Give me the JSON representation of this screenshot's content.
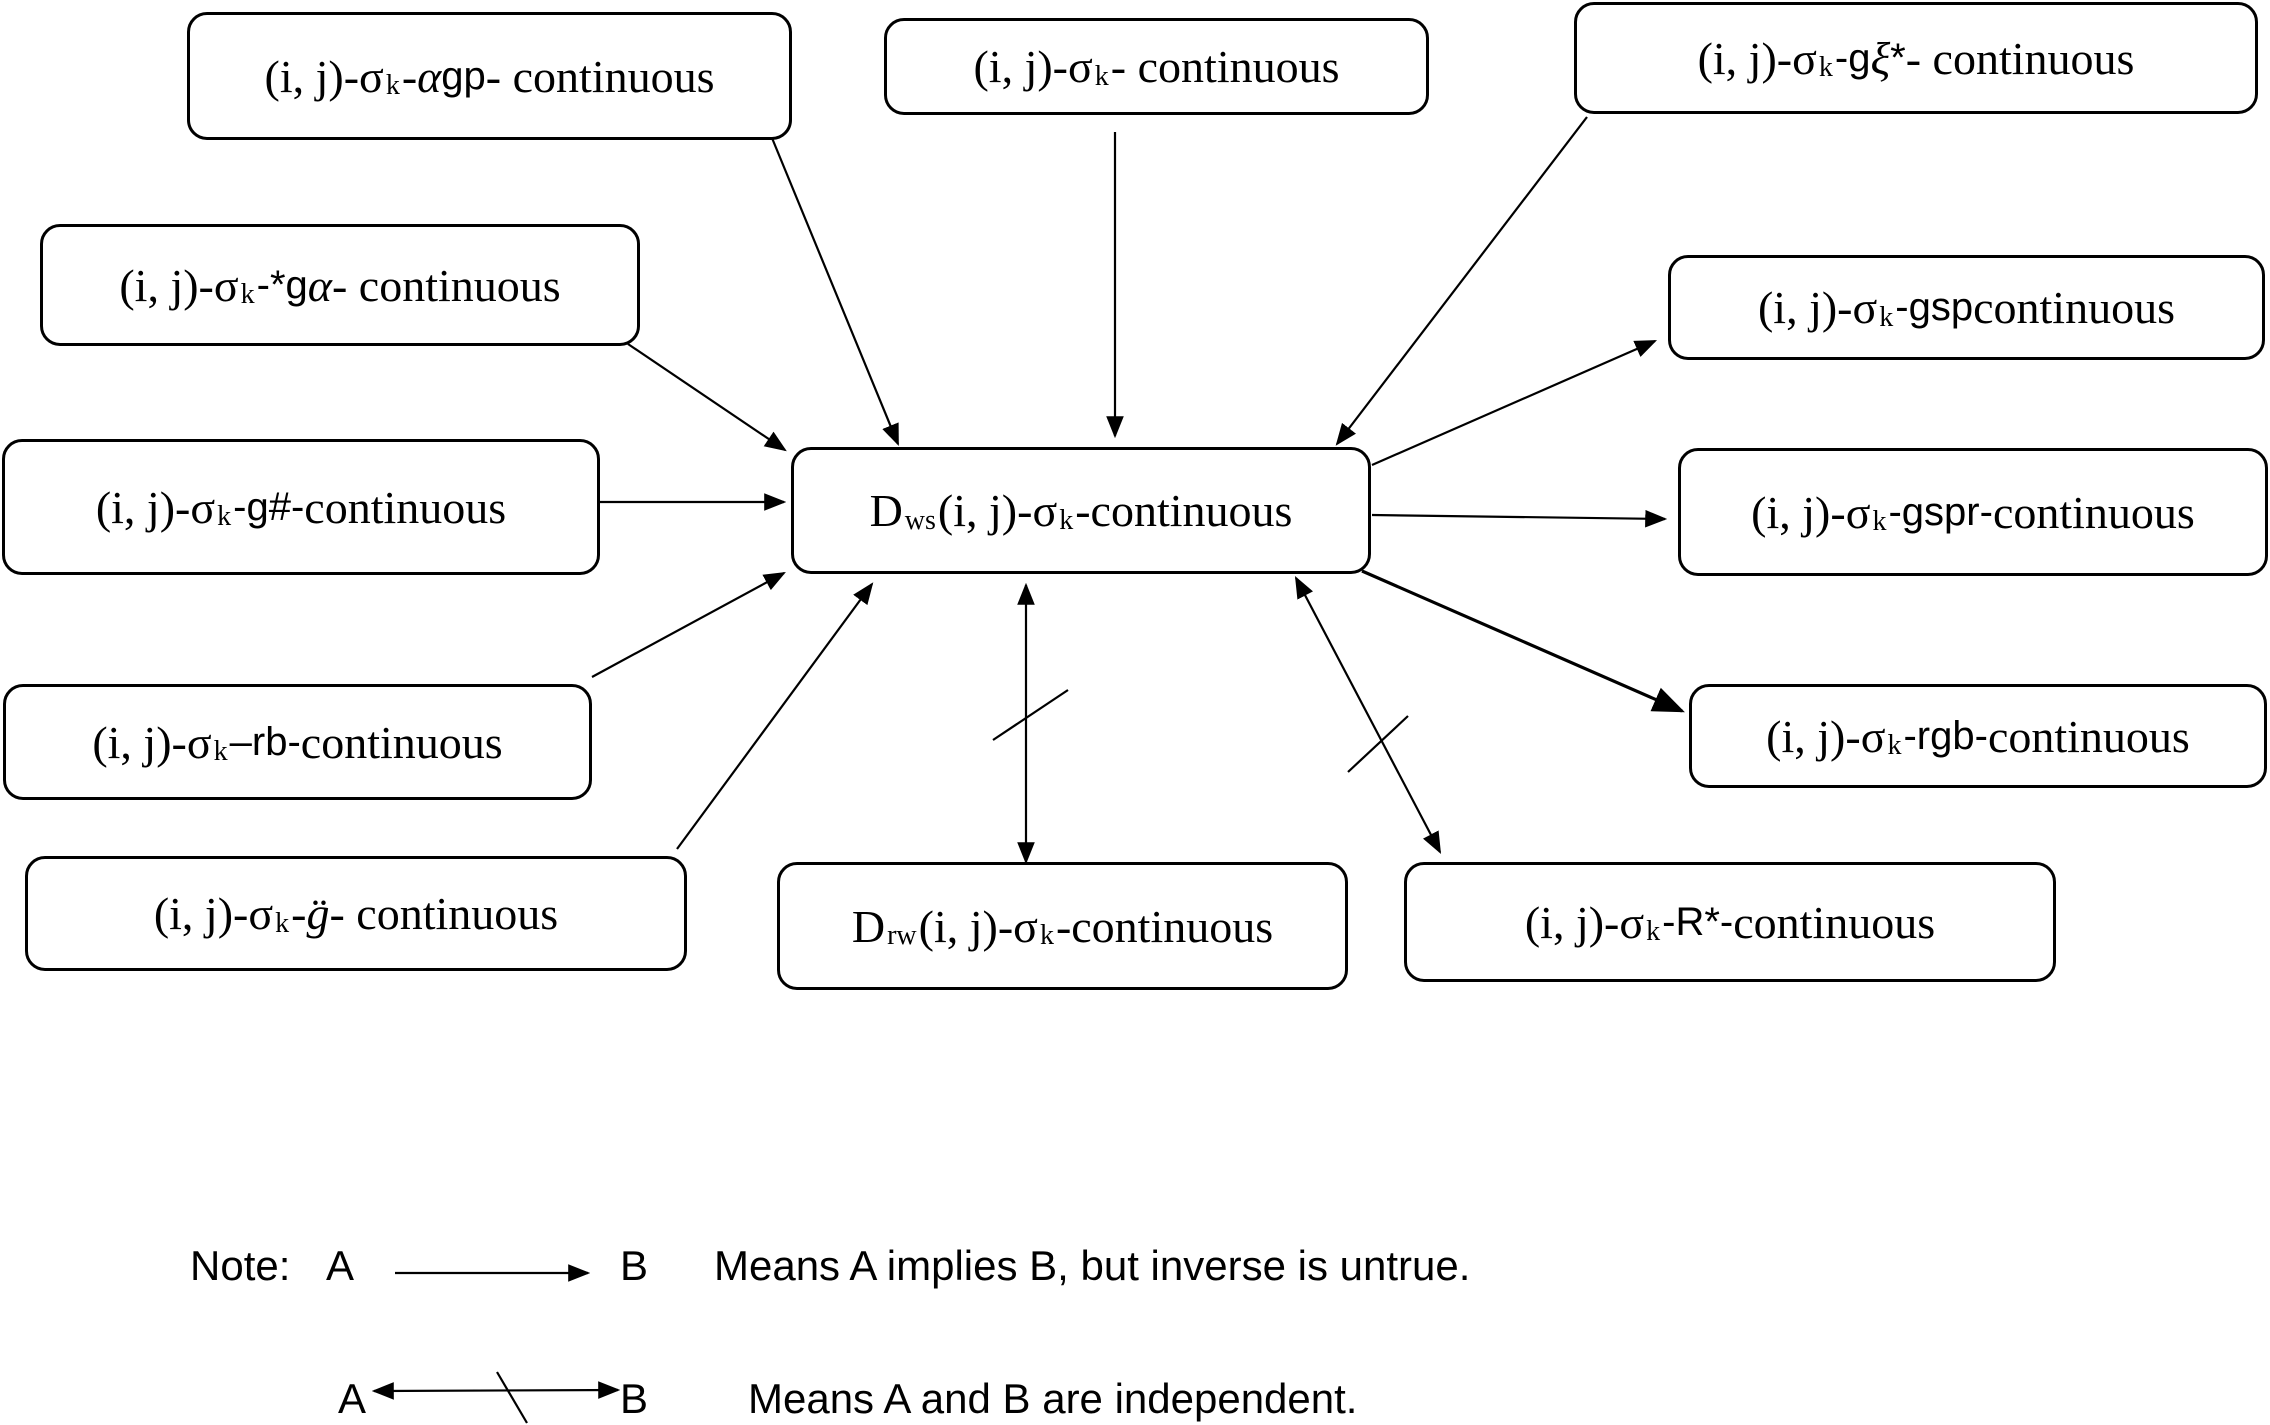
{
  "nodes": {
    "center": {
      "pre": "D",
      "sub": "ws",
      "mid": "(i, j)-σ",
      "sub2": "k",
      "post": "-continuous"
    },
    "alphagp": {
      "a": "(i, j)-σ",
      "k": "k",
      "b": "-",
      "c": "α",
      "d": "gp",
      "e": "- continuous"
    },
    "sigmak": {
      "a": "(i, j)-σ",
      "k": "k",
      "b": " - continuous"
    },
    "gxi": {
      "a": "(i, j)-σ",
      "k": "k",
      "b": "-g",
      "c": "ξ",
      "d": "*",
      "e": "- continuous"
    },
    "stargalpha": {
      "a": "(i, j)-σ",
      "k": "k",
      "b": " -*g",
      "c": "α",
      "e": "- continuous"
    },
    "gsp": {
      "a": "(i, j)-σ",
      "k": "k",
      "b": " -gsp",
      "e": " continuous"
    },
    "ghash": {
      "a": "(i, j)-σ",
      "k": "k",
      "b": " -g#-",
      "e": " continuous"
    },
    "gspr": {
      "a": "(i, j)-σ",
      "k": "k",
      "b": " -gspr-",
      "e": " continuous"
    },
    "rb": {
      "a": "(i, j)-σ",
      "k": "k",
      "b": " –rb-",
      "e": " continuous"
    },
    "rgb": {
      "a": "(i, j)-σ",
      "k": "k",
      "b": " -rgb-",
      "e": " continuous"
    },
    "gddot": {
      "a": "(i, j)-σ",
      "k": "k",
      "b": "-",
      "c": "g̈",
      "e": "- continuous"
    },
    "drw": {
      "pre": "D",
      "sub": "rw",
      "mid": "(i, j)-σ",
      "sub2": "k",
      "post": "-continuous"
    },
    "rstar": {
      "a": "(i, j)-σ",
      "k": "k",
      "b": " -R*-",
      "e": " continuous"
    }
  },
  "note": {
    "label": "Note:",
    "a": "A",
    "b": "B",
    "implies_text": "Means A implies B, but inverse is untrue.",
    "independent_text": "Means A and B are independent."
  }
}
